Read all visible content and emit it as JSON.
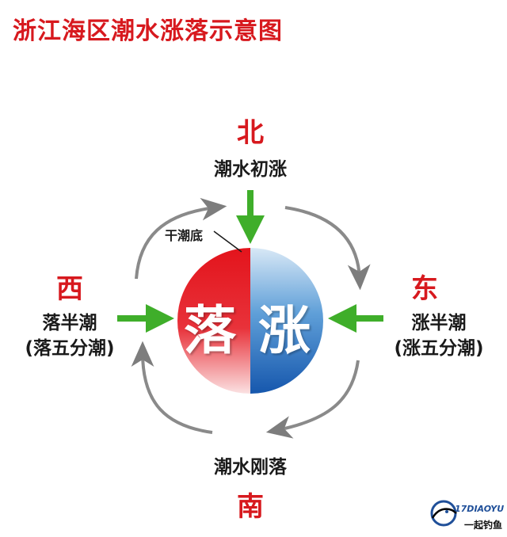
{
  "title": "浙江海区潮水涨落示意图",
  "directions": {
    "north": "北",
    "south": "南",
    "east": "东",
    "west": "西"
  },
  "labels": {
    "north": "潮水初涨",
    "south": "潮水刚落",
    "east_line1": "涨半潮",
    "east_line2": "(涨五分潮)",
    "west_line1": "落半潮",
    "west_line2": "(落五分潮)",
    "low_tide": "干潮底"
  },
  "circle": {
    "left_char": "落",
    "right_char": "涨"
  },
  "colors": {
    "title": "#d7191e",
    "fall_red": "#e3141c",
    "rise_blue": "#1f6ec0",
    "arrow_green": "#3fae2a",
    "cycle_arrow_gray": "#8a8a8a"
  },
  "logo": {
    "text": "17DIAOYU",
    "sub": "一起钓鱼"
  }
}
